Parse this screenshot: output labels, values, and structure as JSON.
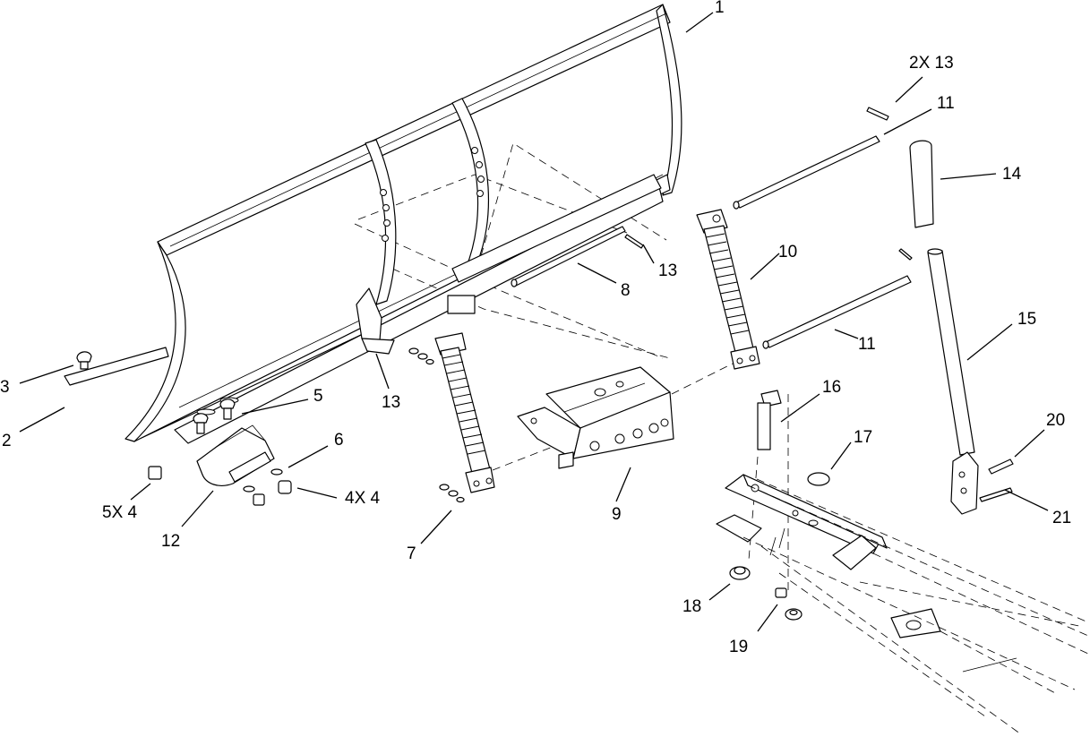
{
  "callouts": {
    "c1": "1",
    "c2": "2",
    "c3": "3",
    "c4a": "5X 4",
    "c4b": "4X 4",
    "c5": "5",
    "c6": "6",
    "c7": "7",
    "c8": "8",
    "c9": "9",
    "c10": "10",
    "c11a": "11",
    "c11b": "11",
    "c12": "12",
    "c13a": "2X 13",
    "c13b": "13",
    "c13c": "13",
    "c14": "14",
    "c15": "15",
    "c16": "16",
    "c17": "17",
    "c18": "18",
    "c19": "19",
    "c20": "20",
    "c21": "21"
  },
  "colors": {
    "line": "#000000",
    "background": "#ffffff"
  }
}
